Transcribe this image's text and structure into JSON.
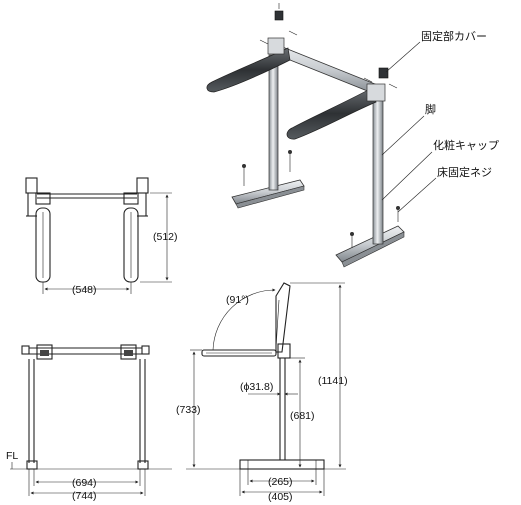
{
  "callouts": {
    "cover": "固定部カバー",
    "leg": "脚",
    "cap": "化粧キャップ",
    "screw": "床固定ネジ"
  },
  "dimensions": {
    "top_height": "(512)",
    "top_width": "(548)",
    "angle": "(91°)",
    "pipe_diameter": "(ϕ31.8)",
    "total_height": "(1141)",
    "armrest_height": "(733)",
    "leg_height": "(681)",
    "base_inner": "(265)",
    "base_outer": "(405)",
    "front_inner": "(694)",
    "front_outer": "(744)",
    "floor_line": "FL"
  },
  "colors": {
    "line": "#222222",
    "metal": "#c9cdd1",
    "metal_dark": "#7b8187",
    "rubber": "#3a3d40"
  }
}
